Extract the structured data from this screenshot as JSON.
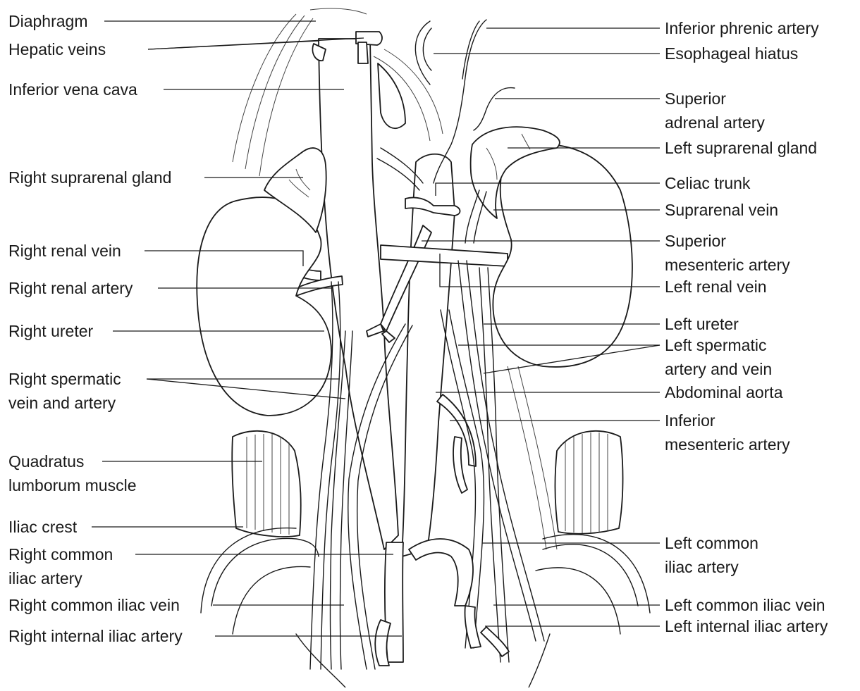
{
  "labels": {
    "diaphragm": "Diaphragm",
    "hepatic_veins": "Hepatic veins",
    "inferior_vena_cava": "Inferior vena cava",
    "right_suprarenal_gland": "Right suprarenal gland",
    "right_renal_vein": "Right renal vein",
    "right_renal_artery": "Right renal artery",
    "right_ureter": "Right ureter",
    "right_spermatic": [
      "Right spermatic",
      "vein and artery"
    ],
    "quadratus": [
      "Quadratus",
      "lumborum muscle"
    ],
    "iliac_crest": "Iliac crest",
    "right_common_iliac_artery": [
      "Right common",
      "iliac artery"
    ],
    "right_common_iliac_vein": "Right common iliac vein",
    "right_internal_iliac_artery": "Right internal iliac artery",
    "inferior_phrenic_artery": "Inferior phrenic artery",
    "esophageal_hiatus": "Esophageal hiatus",
    "superior_adrenal_artery": [
      "Superior",
      "adrenal artery"
    ],
    "left_suprarenal_gland": "Left suprarenal gland",
    "celiac_trunk": "Celiac trunk",
    "suprarenal_vein": "Suprarenal vein",
    "superior_mesenteric_artery": [
      "Superior",
      "mesenteric artery"
    ],
    "left_renal_vein": "Left renal vein",
    "left_ureter": "Left ureter",
    "left_spermatic": [
      "Left spermatic",
      "artery and vein"
    ],
    "abdominal_aorta": "Abdominal aorta",
    "inferior_mesenteric_artery": [
      "Inferior",
      "mesenteric artery"
    ],
    "left_common_iliac_artery": [
      "Left common",
      "iliac artery"
    ],
    "left_common_iliac_vein": "Left common iliac vein",
    "left_internal_iliac_artery": "Left internal iliac artery"
  }
}
